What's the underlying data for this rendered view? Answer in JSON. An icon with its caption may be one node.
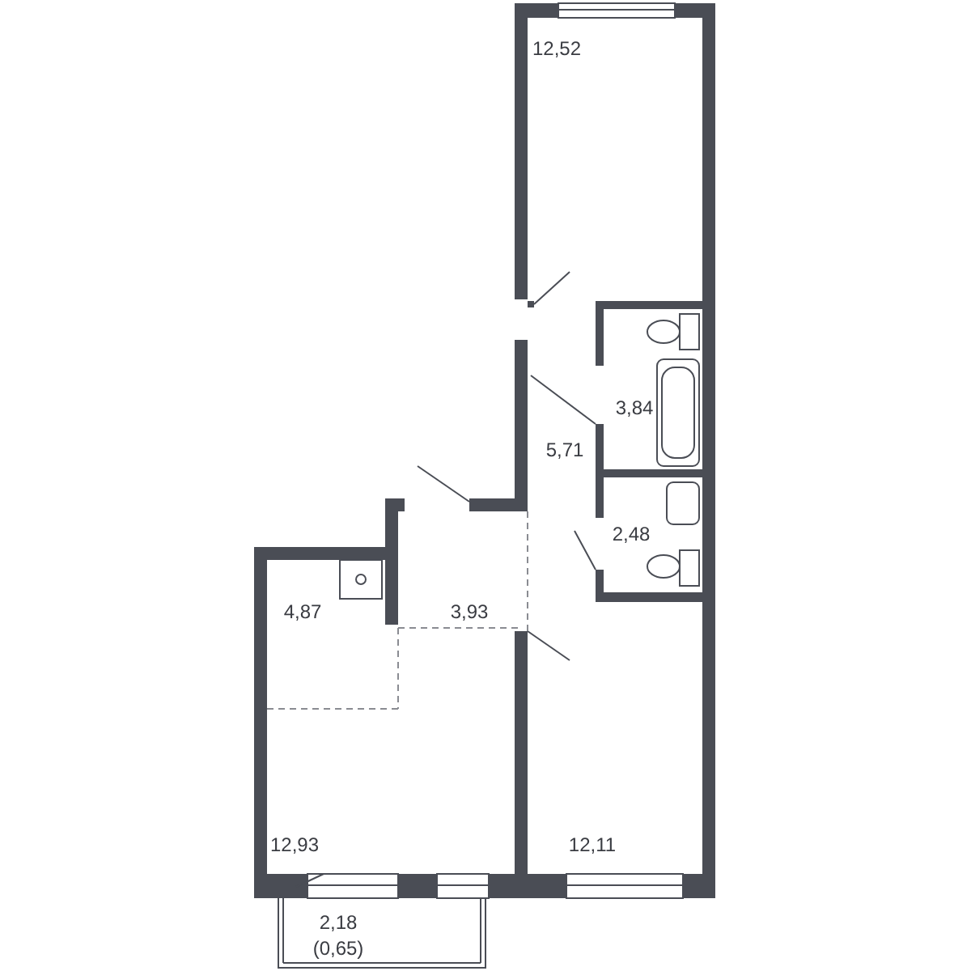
{
  "diagram": {
    "labels": [
      "12,52",
      "3,84",
      "5,71",
      "2,48",
      "4,87",
      "3,93",
      "12,93",
      "12,11",
      "2,18",
      "(0,65)"
    ]
  }
}
